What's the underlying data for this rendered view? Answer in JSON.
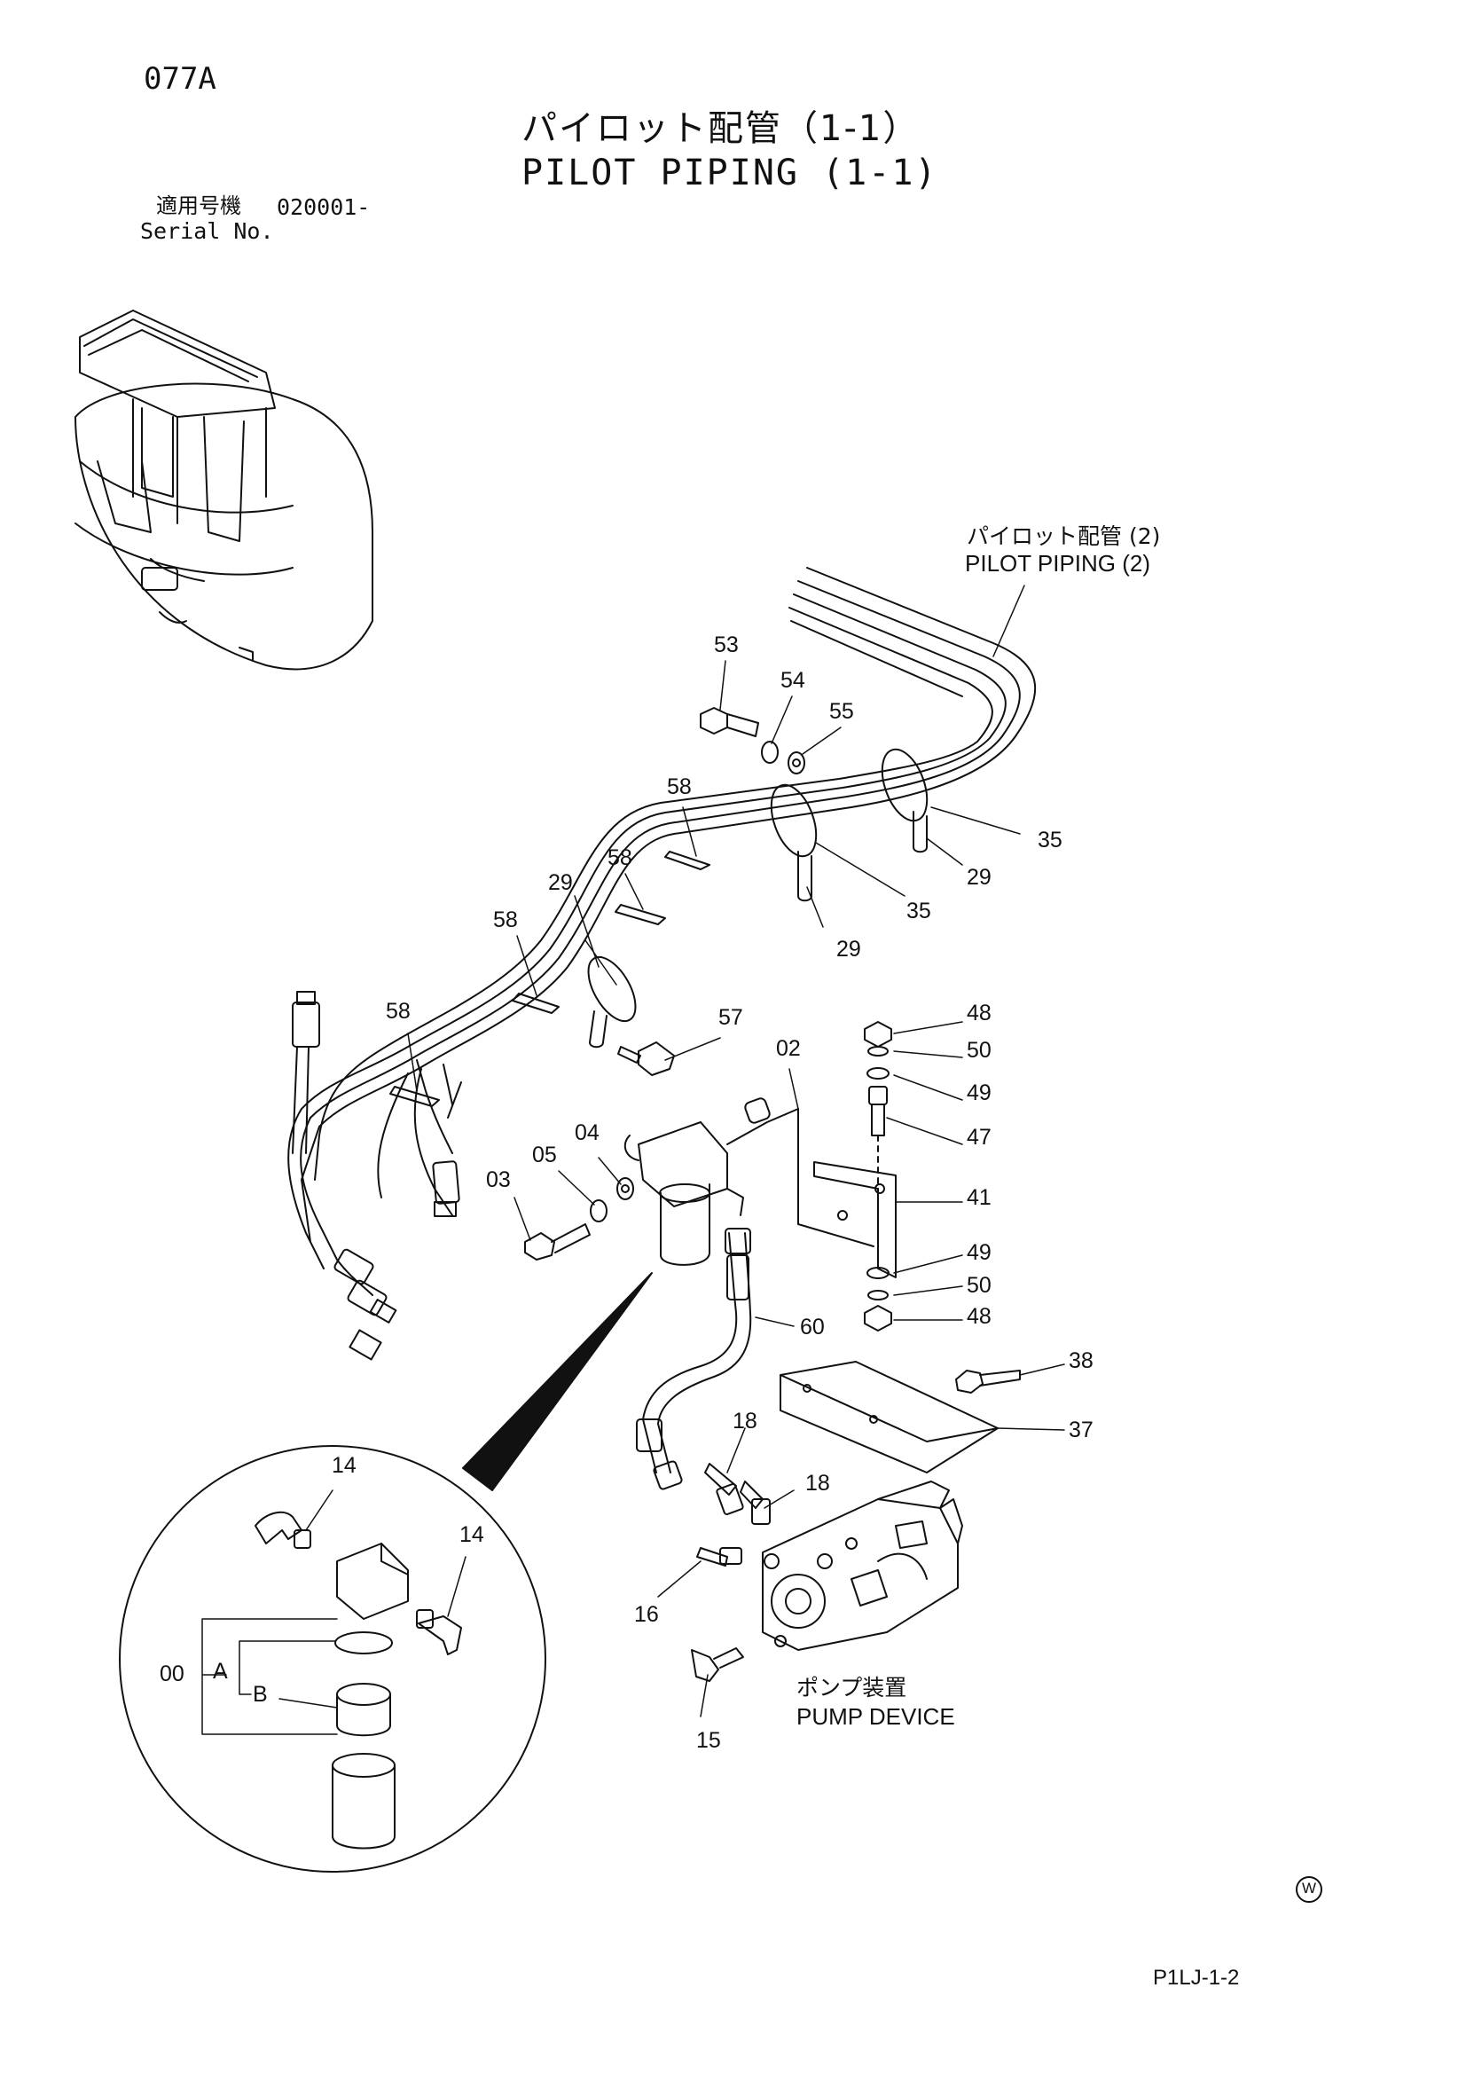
{
  "page": {
    "code": "077A",
    "title_jp": "パイロット配管（1-1）",
    "title_en": "PILOT PIPING (1-1)",
    "serial_label_jp": "適用号機",
    "serial_value": "020001-",
    "serial_label_en": "Serial No.",
    "footer_code": "P1LJ-1-2",
    "mark": "W"
  },
  "callouts": {
    "pilot_piping_2_jp": "パイロット配管 (2)",
    "pilot_piping_2_en": "PILOT PIPING (2)",
    "pump_device_jp": "ポンプ装置",
    "pump_device_en": "PUMP DEVICE"
  },
  "part_refs": {
    "r53": "53",
    "r54": "54",
    "r55": "55",
    "r58a": "58",
    "r58b": "58",
    "r58c": "58",
    "r58d": "58",
    "r29a": "29",
    "r29b": "29",
    "r29c": "29",
    "r35a": "35",
    "r35b": "35",
    "r57": "57",
    "r02": "02",
    "r04": "04",
    "r05": "05",
    "r03": "03",
    "r48a": "48",
    "r50a": "50",
    "r49a": "49",
    "r47": "47",
    "r41": "41",
    "r49b": "49",
    "r50b": "50",
    "r48b": "48",
    "r60": "60",
    "r38": "38",
    "r37": "37",
    "r18a": "18",
    "r18b": "18",
    "r16": "16",
    "r15": "15",
    "r14a": "14",
    "r14b": "14",
    "r00": "00",
    "rA": "A",
    "rB": "B"
  }
}
